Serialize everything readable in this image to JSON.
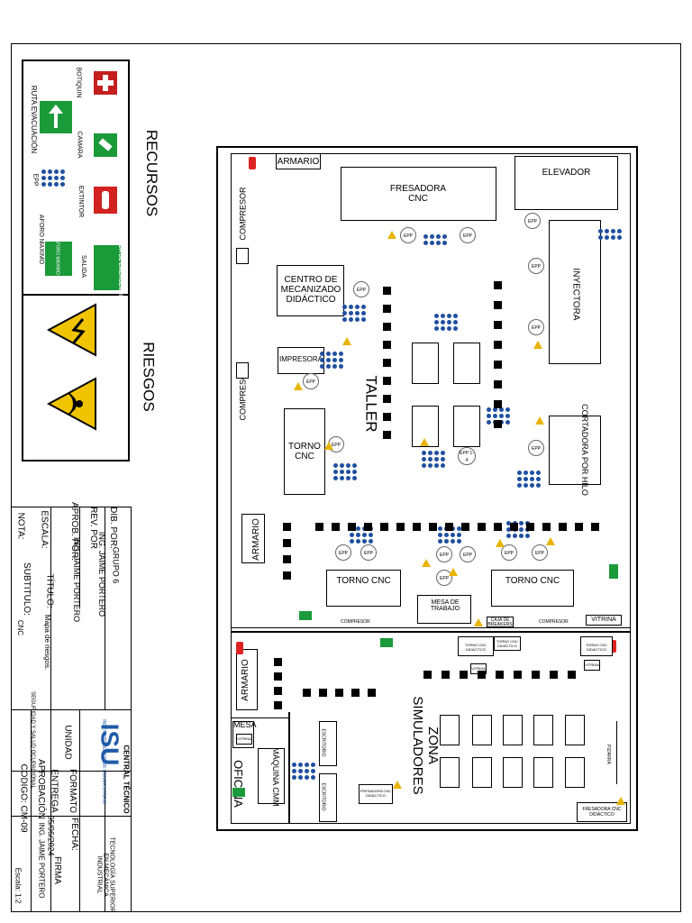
{
  "legend": {
    "recursos_title": "RECURSOS",
    "riesgos_title": "RIESGOS",
    "items": {
      "botiquin": "BOTIQUIN",
      "camara": "CAMARA",
      "extintor": "EXTINTOR",
      "ruta": "RUTA EVACUACIÓN",
      "epp": "EPP",
      "aforo": "AFORO MAXIMO",
      "salida": "SALIDA",
      "salida_sign": "SALIDA DE EMERGENCIA",
      "aforo_sign": "AFORO MAXIMO"
    }
  },
  "plan": {
    "armario_top": "ARMARIO",
    "fresadora": "FRESADORA CNC",
    "elevador": "ELEVADOR",
    "compresor1": "COMPRESOR",
    "compresor2": "COMPRESOR",
    "centro": "CENTRO DE MECANIZADO DIDÁCTICO",
    "inyectora": "INYECTORA",
    "impresora": "IMPRESORA",
    "taller": "TALLER",
    "torno1": "TORNO CNC",
    "cortadora": "CORTADORA POR HILO",
    "armario_mid": "ARMARIO",
    "torno2": "TORNO CNC",
    "torno3": "TORNO CNC",
    "mesa_trabajo": "MESA DE TRABAJO",
    "caja": "CAJA DE BREAKERS",
    "compresor3": "COMPRESOR",
    "compresor4": "COMPRESOR",
    "vitrina": "VITRINA",
    "armario_low": "ARMARIO",
    "mesa": "MESA",
    "zona": "ZONA SIMULADORES",
    "oficina": "OFICINA",
    "maquina": "MÁQUINA CMM",
    "escritorio1": "ESCRITORIO",
    "escritorio2": "ESCRITORIO",
    "fresadora_did1": "FRESADORA CNC DIDÁCTICO",
    "fresadora_did2": "FRESADORA CNC DIDÁCTICO",
    "torno_did1": "TORNO CNC DIDÁCTICO",
    "torno_did2": "TORNO CNC DIDÁCTICO",
    "torno_did3": "TORNO CNC DIDÁCTICO",
    "vitrina_small1": "VITRINA",
    "vitrina_small2": "VITRINA",
    "vitrina_small3": "VITRINA",
    "pizarra": "PIZARRA",
    "epp_label": "EPP",
    "epp_range": "EPP 1-4"
  },
  "title_block": {
    "dib_por_label": "DIB. POR:",
    "dib_por_value": "GRUPO 6",
    "rev_por_label": "REV. POR",
    "rev_por_value": "ING. JAIME PORTERO",
    "aprob_label": "APROB. POR:",
    "aprob_value": "ING. JAIME PORTERO",
    "escala_label": "ESCALA:",
    "nota_label": "NOTA:",
    "titulo_label": "TÍTULO:",
    "titulo_value": "Mapa de riesgos.",
    "subtitulo_label": "SUBTITULO:",
    "subtitulo_value": "CNC",
    "isu": "ISU",
    "central": "CENTRAL TÉCNICO",
    "instituto": "INSTITUTO SUPERIOR UNIVERSITARIO",
    "seguridad": "SEGURIDAD Y SALUD OCUPACIONAL",
    "unidad": "UNIDAD",
    "carrera": "TECNOLOGÍA SUPERIOR EN MECÁNICA INDUSTRIAL",
    "formato": "FORMATO",
    "fecha_label": "FECHA:",
    "entrega": "ENTREGA",
    "fecha_value": "05/06/2024",
    "firma": "FIRMA",
    "aprobacion": "APROBACIÓN",
    "aprobacion_value": "ING. JAIME PORTERO",
    "codigo": "CODIGO: CM-09",
    "escala_value": "Escala: 1:2"
  },
  "colors": {
    "epp_blue": "#1f4fa0",
    "warning": "#e8b400",
    "extinguisher": "#d22222",
    "exit_green": "#1b9a3a",
    "botiquin_red": "#c41e1e"
  }
}
